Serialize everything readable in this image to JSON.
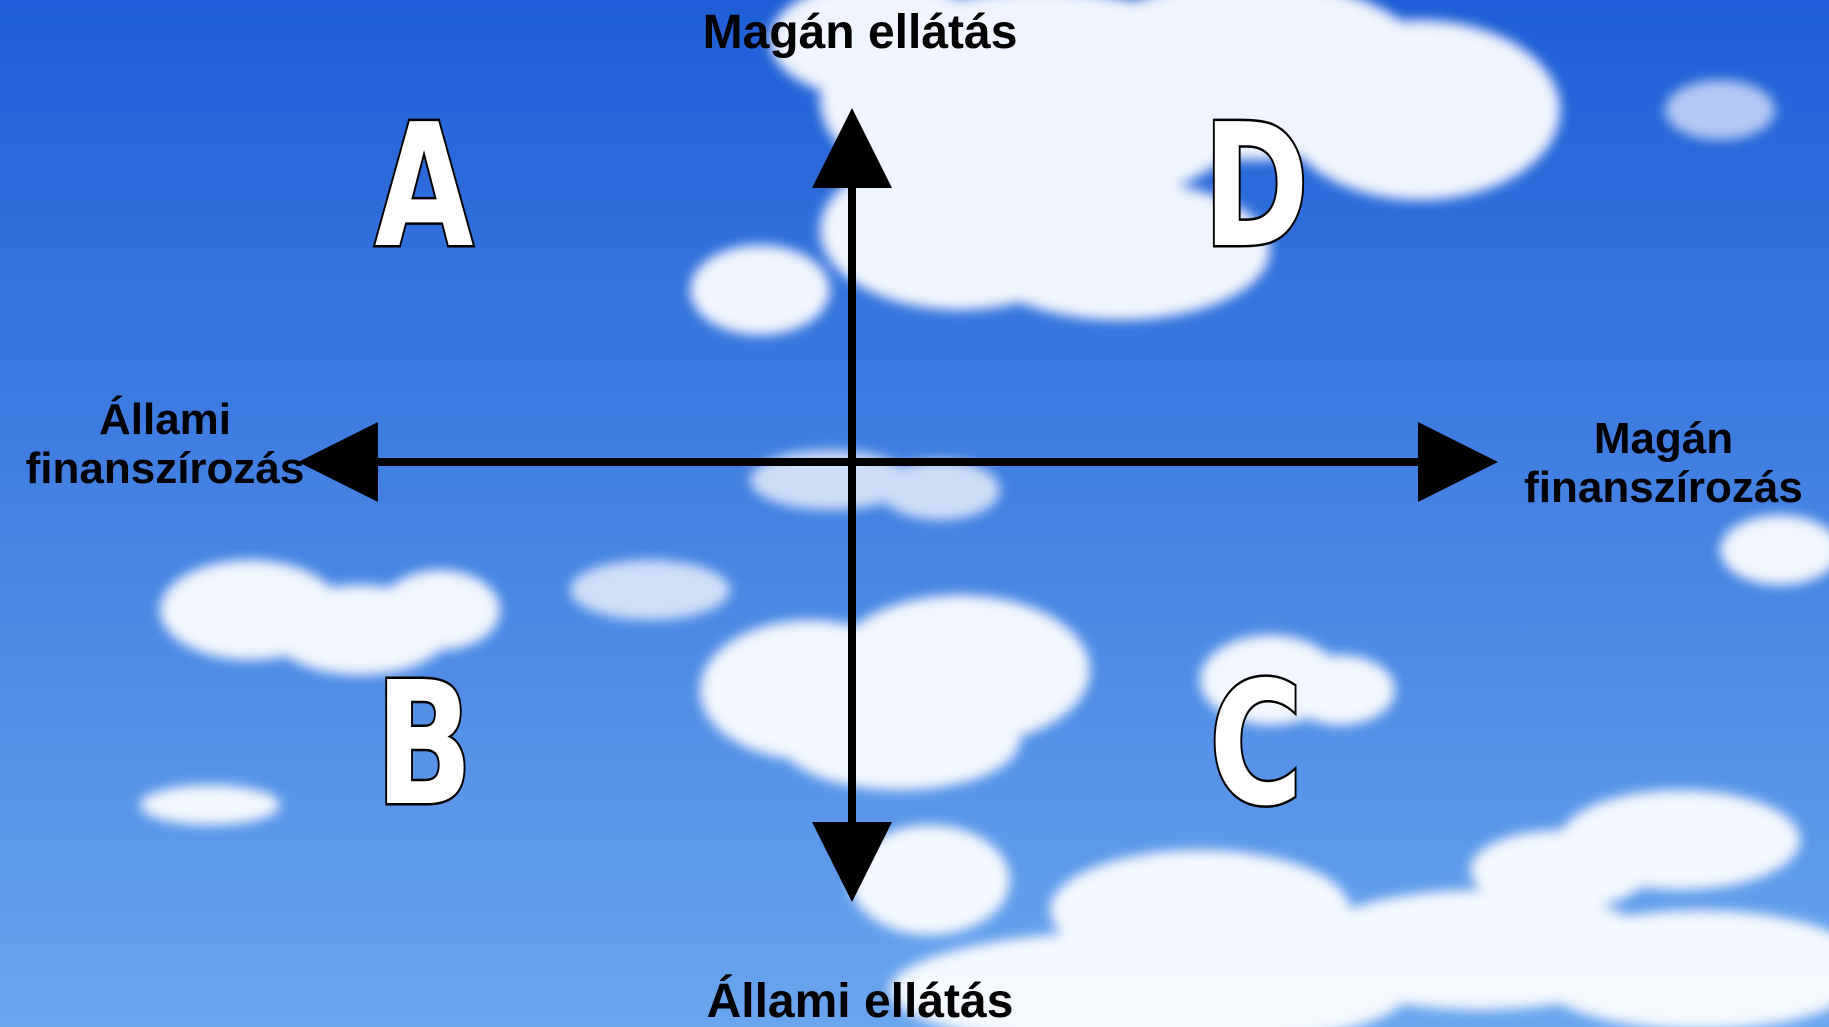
{
  "axes": {
    "top_label": "Magán ellátás",
    "bottom_label": "Állami ellátás",
    "left_label_lines": [
      "Állami",
      "finanszírozás"
    ],
    "right_label_lines": [
      "Magán",
      "finanszírozás"
    ]
  },
  "quadrants": {
    "top_left": "A",
    "bottom_left": "B",
    "bottom_right": "C",
    "top_right": "D"
  },
  "colors": {
    "sky_top": "#1f5ed8",
    "sky_bottom": "#6aa5ee",
    "cloud": "#ffffff",
    "axis": "#000000",
    "letter_fill": "#ffffff",
    "letter_stroke": "#000000"
  }
}
